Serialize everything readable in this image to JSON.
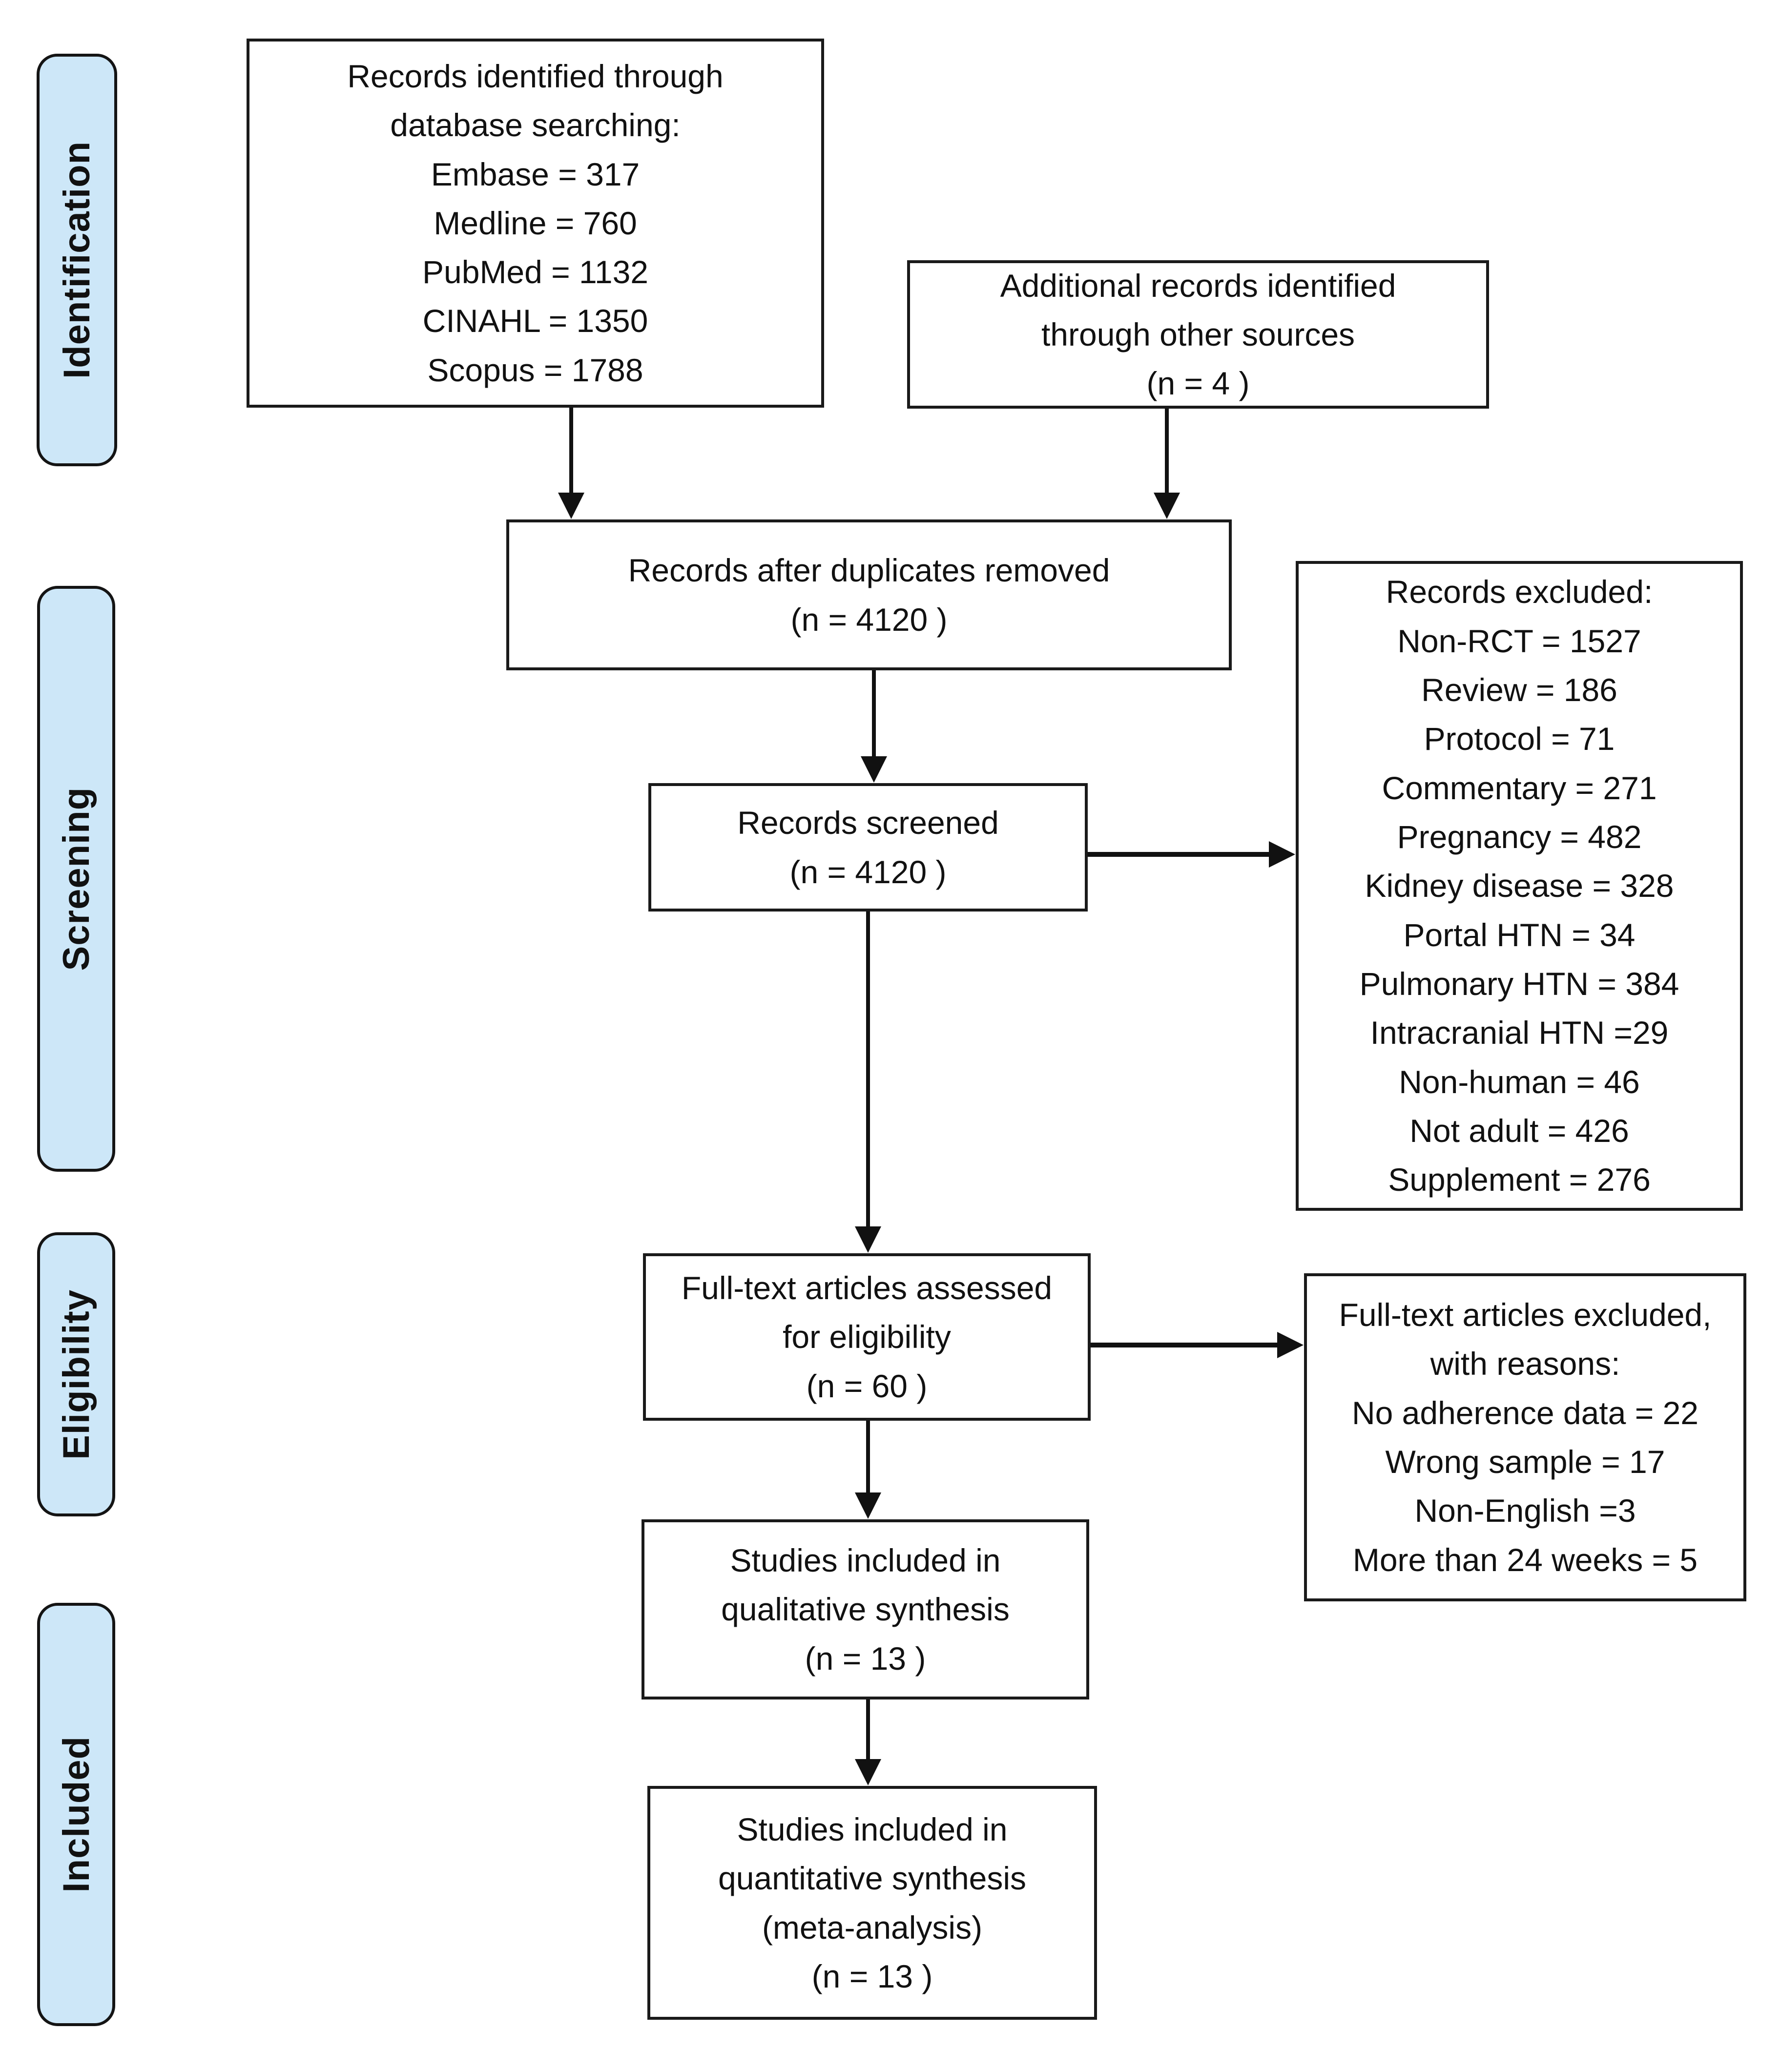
{
  "diagram": {
    "kind": "PRISMA flow diagram"
  },
  "stages": [
    {
      "label": "Identification"
    },
    {
      "label": "Screening"
    },
    {
      "label": "Eligibility"
    },
    {
      "label": "Included"
    }
  ],
  "boxes": {
    "identified": {
      "text": "Records identified through\ndatabase searching:\nEmbase = 317\nMedline = 760\nPubMed = 1132\nCINAHL = 1350\nScopus = 1788"
    },
    "additional": {
      "text": "Additional records identified\nthrough other sources\n(n = 4 )"
    },
    "deduplicated": {
      "text": "Records after duplicates removed\n(n = 4120 )"
    },
    "screened": {
      "text": "Records screened\n(n = 4120 )"
    },
    "records_excluded": {
      "text": "Records excluded:\nNon-RCT = 1527\nReview = 186\nProtocol = 71\nCommentary = 271\nPregnancy = 482\nKidney disease = 328\nPortal HTN = 34\nPulmonary HTN = 384\nIntracranial HTN =29\nNon-human = 46\nNot adult = 426\nSupplement = 276"
    },
    "fulltext_assessed": {
      "text": "Full-text articles assessed\nfor eligibility\n(n = 60 )"
    },
    "fulltext_excluded": {
      "text": "Full-text articles excluded,\nwith reasons:\nNo adherence data = 22\nWrong sample = 17\nNon-English =3\nMore than 24 weeks = 5"
    },
    "qualitative": {
      "text": "Studies included in\nqualitative synthesis\n(n = 13 )"
    },
    "quantitative": {
      "text": "Studies included in\nquantitative synthesis\n(meta-analysis)\n(n = 13 )"
    }
  },
  "colors": {
    "stage_fill": "#cde7f8",
    "stage_border": "#141414",
    "box_border": "#1a1a1a",
    "arrow": "#111111",
    "background": "#ffffff"
  }
}
